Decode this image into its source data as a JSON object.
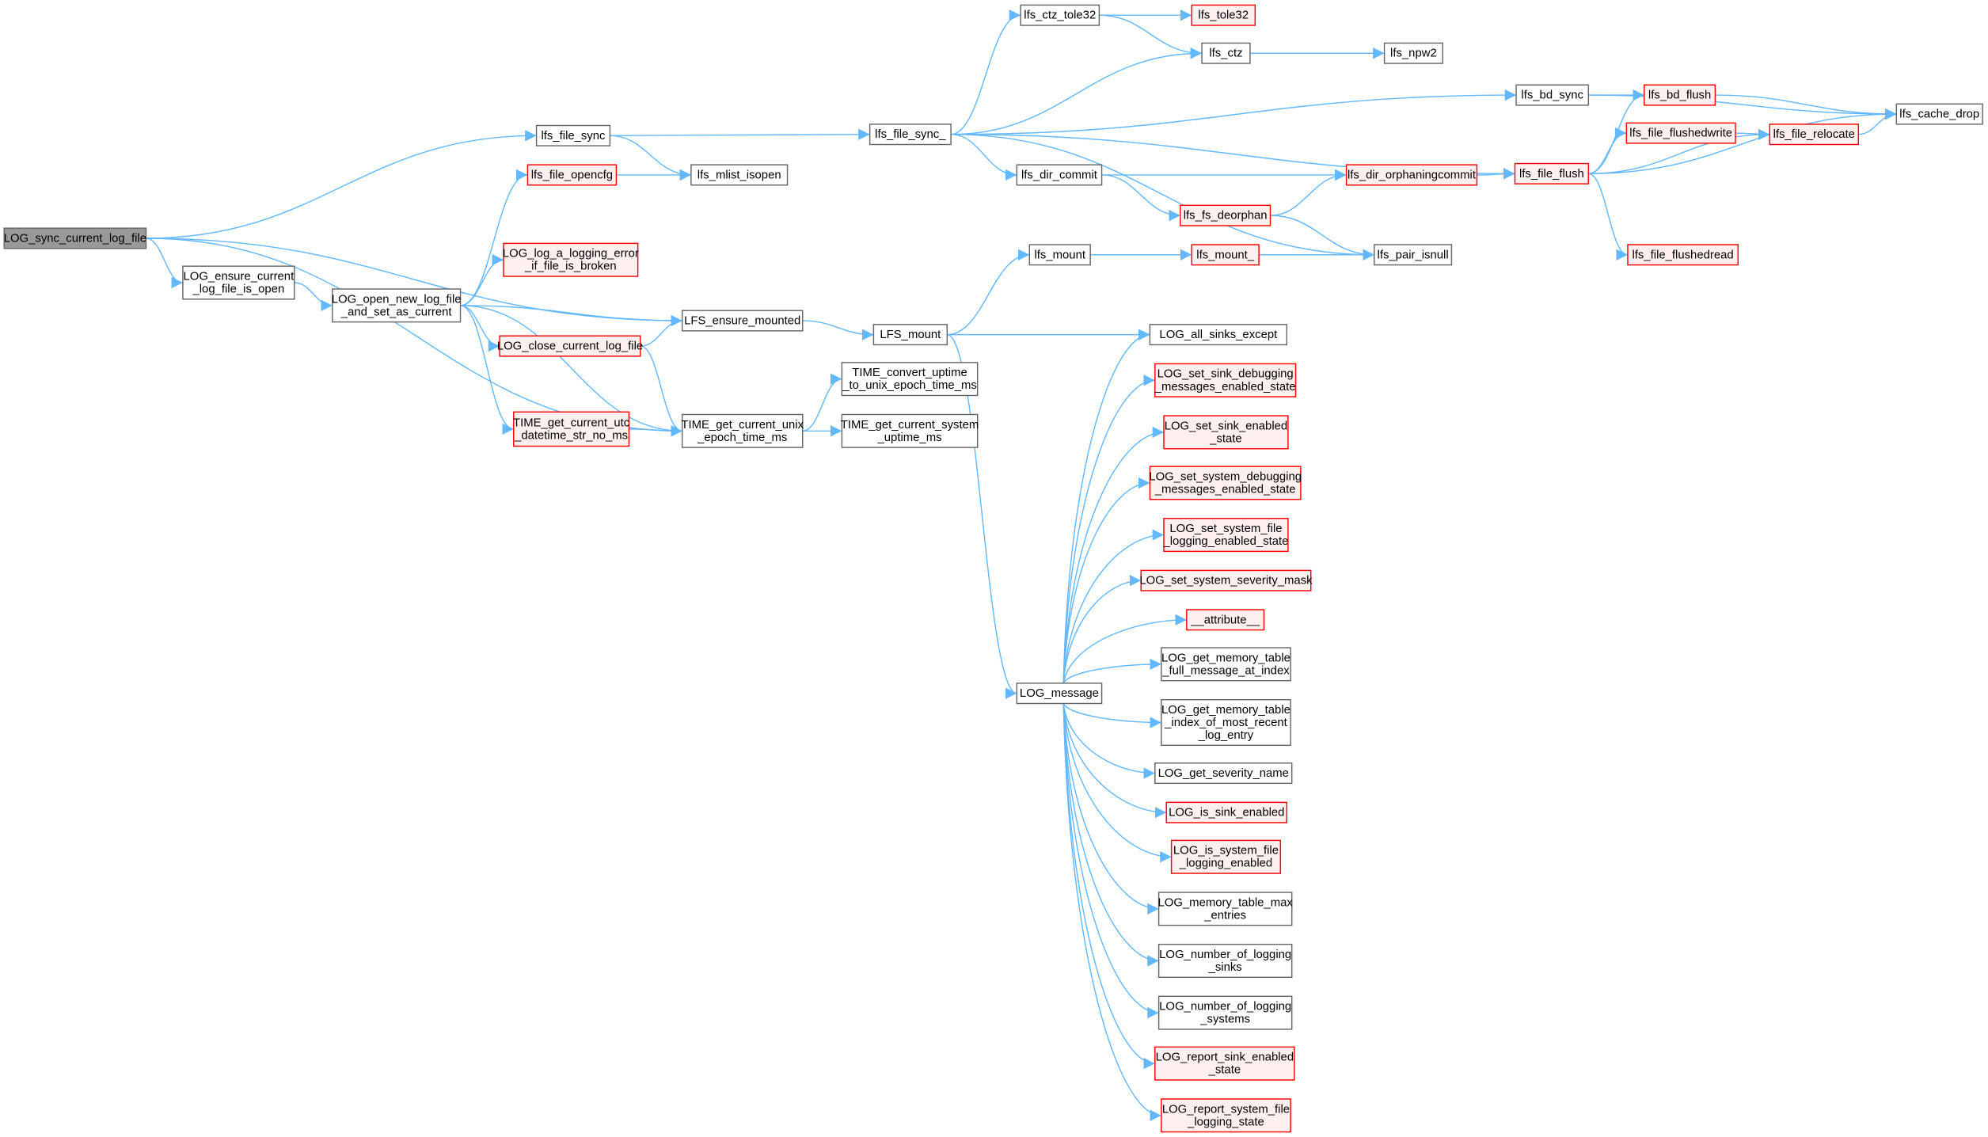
{
  "graph": {
    "title": "LOG_sync_current_log_file call graph",
    "colors": {
      "edge": "#63b8ff",
      "node_border": "#666666",
      "root_fill": "#999999",
      "red_border": "#ff0000",
      "red_fill": "#fff0f0"
    },
    "nodes": [
      {
        "lines": [
          "LOG_sync_current_log_file"
        ],
        "style": "root"
      },
      {
        "lines": [
          "LOG_ensure_current",
          "_log_file_is_open"
        ],
        "style": "normal"
      },
      {
        "lines": [
          "LOG_open_new_log_file",
          "_and_set_as_current"
        ],
        "style": "normal"
      },
      {
        "lines": [
          "lfs_file_sync"
        ],
        "style": "normal"
      },
      {
        "lines": [
          "lfs_file_opencfg"
        ],
        "style": "red"
      },
      {
        "lines": [
          "LOG_log_a_logging_error",
          "_if_file_is_broken"
        ],
        "style": "red"
      },
      {
        "lines": [
          "LFS_ensure_mounted"
        ],
        "style": "normal"
      },
      {
        "lines": [
          "LOG_close_current_log_file"
        ],
        "style": "red"
      },
      {
        "lines": [
          "TIME_get_current_utc",
          "_datetime_str_no_ms"
        ],
        "style": "red"
      },
      {
        "lines": [
          "TIME_get_current_unix",
          "_epoch_time_ms"
        ],
        "style": "normal"
      },
      {
        "lines": [
          "lfs_mlist_isopen"
        ],
        "style": "normal"
      },
      {
        "lines": [
          "lfs_file_sync_"
        ],
        "style": "normal"
      },
      {
        "lines": [
          "LFS_mount"
        ],
        "style": "normal"
      },
      {
        "lines": [
          "TIME_convert_uptime",
          "_to_unix_epoch_time_ms"
        ],
        "style": "normal"
      },
      {
        "lines": [
          "TIME_get_current_system",
          "_uptime_ms"
        ],
        "style": "normal"
      },
      {
        "lines": [
          "lfs_ctz_tole32"
        ],
        "style": "normal"
      },
      {
        "lines": [
          "lfs_dir_commit"
        ],
        "style": "normal"
      },
      {
        "lines": [
          "lfs_mount"
        ],
        "style": "normal"
      },
      {
        "lines": [
          "LOG_message"
        ],
        "style": "normal"
      },
      {
        "lines": [
          "lfs_tole32"
        ],
        "style": "red"
      },
      {
        "lines": [
          "lfs_ctz"
        ],
        "style": "normal"
      },
      {
        "lines": [
          "lfs_npw2"
        ],
        "style": "normal"
      },
      {
        "lines": [
          "lfs_bd_sync"
        ],
        "style": "normal"
      },
      {
        "lines": [
          "lfs_bd_flush"
        ],
        "style": "red"
      },
      {
        "lines": [
          "lfs_cache_drop"
        ],
        "style": "normal"
      },
      {
        "lines": [
          "lfs_file_flushedwrite"
        ],
        "style": "red"
      },
      {
        "lines": [
          "lfs_file_relocate"
        ],
        "style": "red"
      },
      {
        "lines": [
          "lfs_file_flush"
        ],
        "style": "red"
      },
      {
        "lines": [
          "lfs_file_flushedread"
        ],
        "style": "red"
      },
      {
        "lines": [
          "lfs_dir_orphaningcommit"
        ],
        "style": "red"
      },
      {
        "lines": [
          "lfs_fs_deorphan"
        ],
        "style": "red"
      },
      {
        "lines": [
          "lfs_mount_"
        ],
        "style": "red"
      },
      {
        "lines": [
          "lfs_pair_isnull"
        ],
        "style": "normal"
      },
      {
        "lines": [
          "LOG_all_sinks_except"
        ],
        "style": "normal"
      },
      {
        "lines": [
          "LOG_set_sink_debugging",
          "_messages_enabled_state"
        ],
        "style": "red"
      },
      {
        "lines": [
          "LOG_set_sink_enabled",
          "_state"
        ],
        "style": "red"
      },
      {
        "lines": [
          "LOG_set_system_debugging",
          "_messages_enabled_state"
        ],
        "style": "red"
      },
      {
        "lines": [
          "LOG_set_system_file",
          "_logging_enabled_state"
        ],
        "style": "red"
      },
      {
        "lines": [
          "LOG_set_system_severity_mask"
        ],
        "style": "red"
      },
      {
        "lines": [
          "__attribute__"
        ],
        "style": "red"
      },
      {
        "lines": [
          "LOG_get_memory_table",
          "_full_message_at_index"
        ],
        "style": "normal"
      },
      {
        "lines": [
          "LOG_get_memory_table",
          "_index_of_most_recent",
          "_log_entry"
        ],
        "style": "normal"
      },
      {
        "lines": [
          "LOG_get_severity_name"
        ],
        "style": "normal"
      },
      {
        "lines": [
          "LOG_is_sink_enabled"
        ],
        "style": "red"
      },
      {
        "lines": [
          "LOG_is_system_file",
          "_logging_enabled"
        ],
        "style": "red"
      },
      {
        "lines": [
          "LOG_memory_table_max",
          "_entries"
        ],
        "style": "normal"
      },
      {
        "lines": [
          "LOG_number_of_logging",
          "_sinks"
        ],
        "style": "normal"
      },
      {
        "lines": [
          "LOG_number_of_logging",
          "_systems"
        ],
        "style": "normal"
      },
      {
        "lines": [
          "LOG_report_sink_enabled",
          "_state"
        ],
        "style": "red"
      },
      {
        "lines": [
          "LOG_report_system_file",
          "_logging_state"
        ],
        "style": "red"
      }
    ],
    "edges": [
      [
        0,
        3
      ],
      [
        0,
        6
      ],
      [
        0,
        1
      ],
      [
        0,
        9
      ],
      [
        1,
        2
      ],
      [
        2,
        4
      ],
      [
        2,
        5
      ],
      [
        2,
        6
      ],
      [
        2,
        7
      ],
      [
        2,
        8
      ],
      [
        2,
        9
      ],
      [
        3,
        11
      ],
      [
        3,
        10
      ],
      [
        4,
        10
      ],
      [
        7,
        6
      ],
      [
        7,
        9
      ],
      [
        8,
        9
      ],
      [
        6,
        12
      ],
      [
        9,
        13
      ],
      [
        9,
        14
      ],
      [
        12,
        17
      ],
      [
        12,
        33
      ],
      [
        12,
        18
      ],
      [
        11,
        15
      ],
      [
        11,
        20
      ],
      [
        11,
        22
      ],
      [
        11,
        27
      ],
      [
        11,
        16
      ],
      [
        11,
        32
      ],
      [
        15,
        19
      ],
      [
        15,
        20
      ],
      [
        20,
        21
      ],
      [
        22,
        23
      ],
      [
        22,
        24
      ],
      [
        23,
        24
      ],
      [
        16,
        29
      ],
      [
        16,
        30
      ],
      [
        30,
        29
      ],
      [
        30,
        32
      ],
      [
        17,
        31
      ],
      [
        31,
        32
      ],
      [
        29,
        27
      ],
      [
        27,
        23
      ],
      [
        27,
        25
      ],
      [
        27,
        26
      ],
      [
        27,
        24
      ],
      [
        27,
        28
      ],
      [
        25,
        26
      ],
      [
        26,
        24
      ],
      [
        18,
        33
      ],
      [
        18,
        34
      ],
      [
        18,
        35
      ],
      [
        18,
        36
      ],
      [
        18,
        37
      ],
      [
        18,
        38
      ],
      [
        18,
        39
      ],
      [
        18,
        40
      ],
      [
        18,
        41
      ],
      [
        18,
        42
      ],
      [
        18,
        43
      ],
      [
        18,
        44
      ],
      [
        18,
        45
      ],
      [
        18,
        46
      ],
      [
        18,
        47
      ],
      [
        18,
        48
      ],
      [
        18,
        49
      ]
    ]
  }
}
